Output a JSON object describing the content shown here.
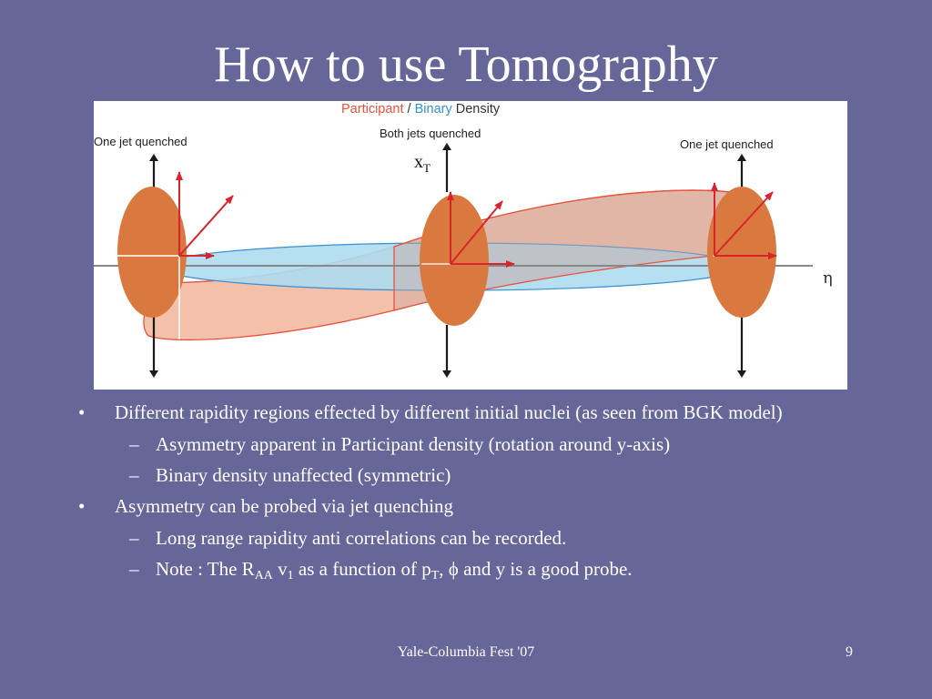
{
  "slide": {
    "title": "How to use Tomography",
    "footer": "Yale-Columbia Fest '07",
    "page_number": "9"
  },
  "figure": {
    "header_participant": "Participant",
    "header_slash": "/",
    "header_binary": "Binary",
    "header_density": "Density",
    "label_left": "One jet quenched",
    "label_center": "Both jets quenched",
    "label_right": "One jet quenched",
    "axis_xt_main": "x",
    "axis_xt_sub": "T",
    "axis_eta": "η",
    "colors": {
      "participant": "#e8523c",
      "binary": "#3a8fcf",
      "nucleus": "#d9793f",
      "participant_fill": "#f3c1aa",
      "binary_fill": "#aedcf0",
      "arrow": "#d8242a"
    }
  },
  "bullets": [
    {
      "mark": "•",
      "text": "Different rapidity regions effected by different initial nuclei (as seen from BGK model)",
      "subs": [
        {
          "mark": "–",
          "text": "Asymmetry apparent in Participant density (rotation around y-axis)"
        },
        {
          "mark": "–",
          "text": "Binary density unaffected (symmetric)"
        }
      ]
    },
    {
      "mark": "•",
      "text": "Asymmetry can be probed via jet quenching",
      "subs": [
        {
          "mark": "–",
          "text": "Long range rapidity anti correlations can be recorded."
        },
        {
          "mark": "–",
          "note_a": "Note : The R",
          "note_raa_sub": "AA",
          "note_b": " v",
          "note_v_sub": "1",
          "note_c": " as a function of p",
          "note_pt_sub": "T",
          "note_d": ", ϕ and y is a good probe."
        }
      ]
    }
  ]
}
